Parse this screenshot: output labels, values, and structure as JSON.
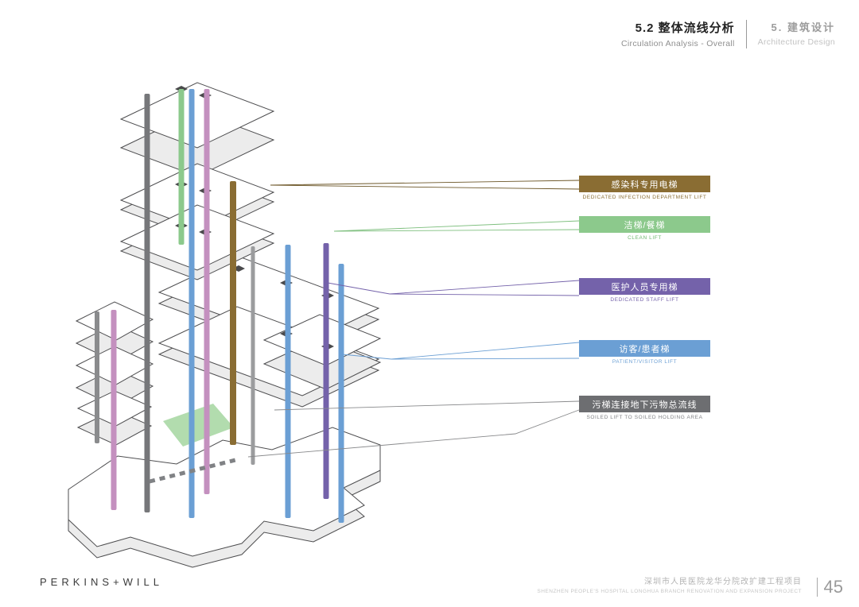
{
  "header": {
    "section_title_zh": "5.2 整体流线分析",
    "section_title_en": "Circulation Analysis - Overall",
    "chapter_zh": "5. 建筑设计",
    "chapter_en": "Architecture Design"
  },
  "legend": {
    "items": [
      {
        "label_zh": "感染科专用电梯",
        "label_en": "DEDICATED INFECTION DEPARTMENT LIFT",
        "color": "#8a6d33"
      },
      {
        "label_zh": "洁梯/餐梯",
        "label_en": "CLEAN LIFT",
        "color": "#8cc98c"
      },
      {
        "label_zh": "医护人员专用梯",
        "label_en": "DEDICATED STAFF LIFT",
        "color": "#7462aa"
      },
      {
        "label_zh": "访客/患者梯",
        "label_en": "PATIENT/VISITOR LIFT",
        "color": "#6b9fd4"
      },
      {
        "label_zh": "污梯连接地下污物总流线",
        "label_en": "SOILED LIFT TO SOILED HOLDING AREA",
        "color": "#6d6e71"
      }
    ]
  },
  "footer": {
    "logo": "PERKINS+WILL",
    "project_zh": "深圳市人民医院龙华分院改扩建工程项目",
    "project_en": "SHENZHEN PEOPLE'S HOSPITAL LONGHUA BRANCH RENOVATION AND EXPANSION PROJECT",
    "page_number": "45"
  }
}
